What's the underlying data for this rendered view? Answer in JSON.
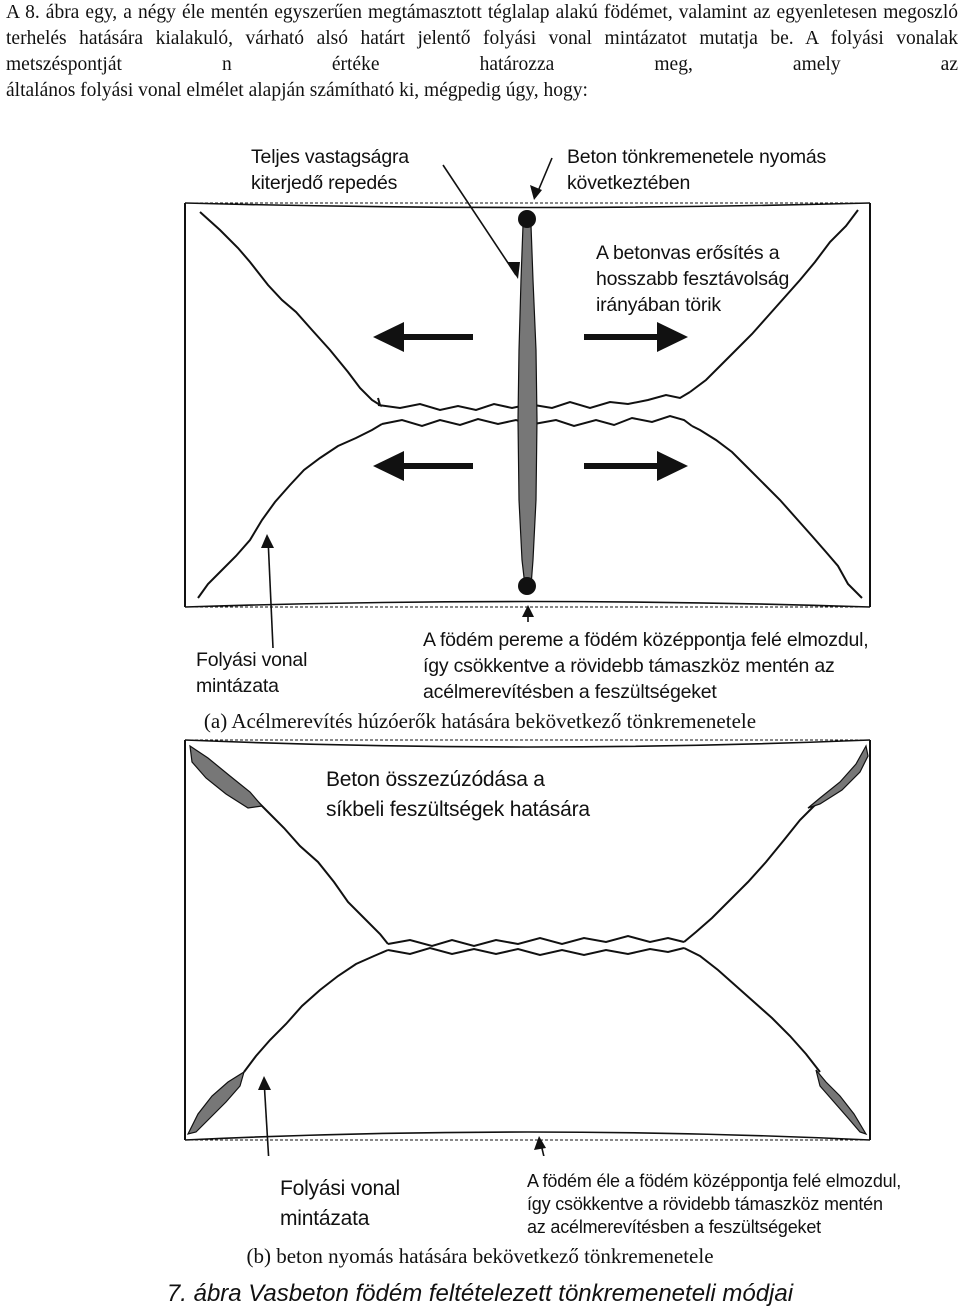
{
  "paragraph": {
    "line1": "A 8. ábra egy, a négy éle mentén egyszerűen megtámasztott téglalap alakú födémet, valamint",
    "line2": "az egyenletesen megoszló terhelés hatására kialakuló, várható alsó határt jelentő folyási vonal",
    "line3": "mintázatot mutatja be. A folyási vonalak metszéspontját n értéke határozza meg, amely az",
    "line4": "általános folyási vonal elmélet alapján számítható ki, mégpedig úgy, hogy:"
  },
  "figure_a": {
    "label_crack": [
      "Teljes vastagságra",
      "kiterjedő repedés"
    ],
    "label_crushing": [
      "Beton tönkremenetele nyomás",
      "következtében"
    ],
    "label_steel": [
      "A betonvas erősítés a",
      "hosszabb fesztávolság",
      "irányában törik"
    ],
    "label_pattern": [
      "Folyási vonal",
      "mintázata"
    ],
    "label_edge": [
      "A födém pereme a födém középpontja felé elmozdul,",
      "így csökkentve a rövidebb támaszköz mentén az",
      "acélmerevítésben a feszültségeket"
    ],
    "caption": "(a) Acélmerevítés húzóerők hatására bekövetkező tönkremenetele"
  },
  "figure_b": {
    "label_crushing": [
      "Beton összezúzódása a",
      "síkbeli feszültségek hatására"
    ],
    "label_pattern": [
      "Folyási vonal",
      "mintázata"
    ],
    "label_edge": [
      "A födém éle a födém középpontja felé elmozdul,",
      "így csökkentve a rövidebb támaszköz mentén",
      "az acélmerevítésben a feszültségeket"
    ],
    "caption": "(b) beton nyomás hatására bekövetkező tönkremenetele"
  },
  "figure_caption": "7. ábra Vasbeton födém feltételezett tönkremeneteli módjai",
  "colors": {
    "line": "#111111",
    "fill_gray": "#777777"
  }
}
